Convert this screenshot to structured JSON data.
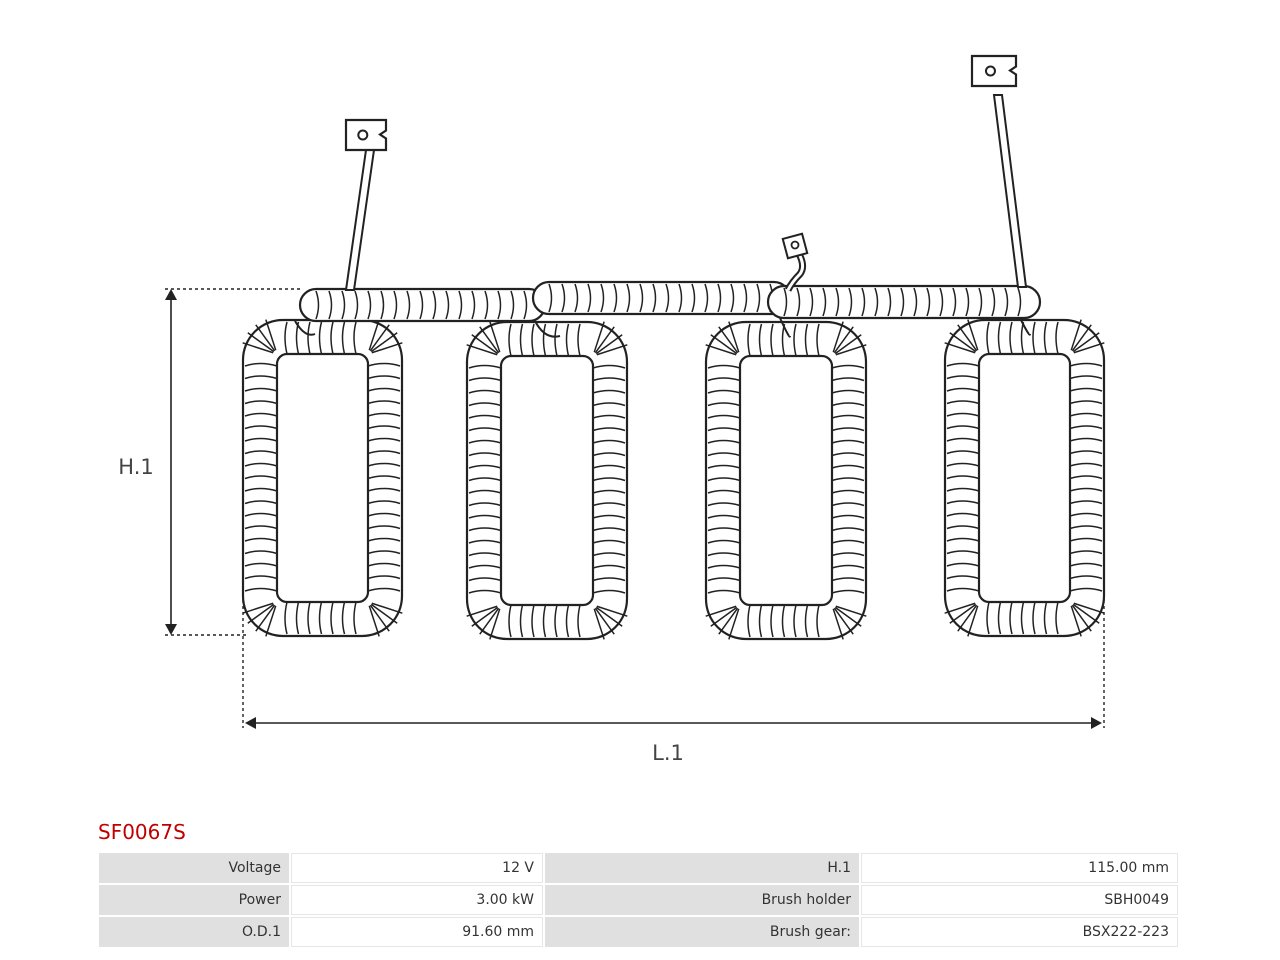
{
  "diagram": {
    "height_label": "H.1",
    "length_label": "L.1"
  },
  "part_code": "SF0067S",
  "specs": [
    {
      "label1": "Voltage",
      "value1": "12 V",
      "label2": "H.1",
      "value2": "115.00 mm"
    },
    {
      "label1": "Power",
      "value1": "3.00 kW",
      "label2": "Brush holder",
      "value2": "SBH0049"
    },
    {
      "label1": "O.D.1",
      "value1": "91.60 mm",
      "label2": "Brush gear:",
      "value2": "BSX222-223"
    }
  ],
  "colors": {
    "part_code": "#c00000",
    "label_cell": "#e0e0e0",
    "line": "#222222"
  }
}
